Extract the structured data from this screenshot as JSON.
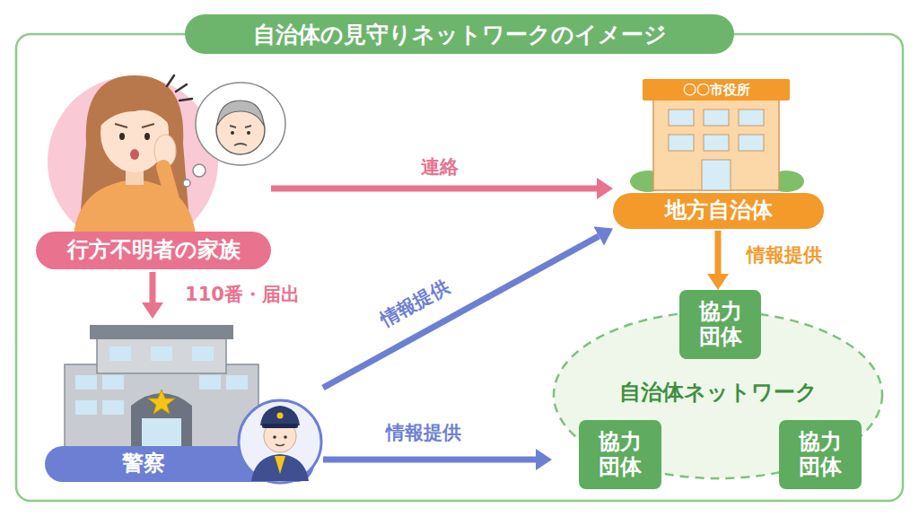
{
  "diagram": {
    "title": "自治体の見守りネットワークのイメージ",
    "nodes": [
      {
        "text": [
          "行方不明者の家族"
        ]
      },
      {
        "text": [
          "地方自治体"
        ]
      },
      {
        "text": [
          "警察"
        ]
      },
      {
        "text": [
          "自治体ネットワーク"
        ]
      },
      {
        "text": [
          "協力 団体"
        ],
        "in": 3
      },
      {
        "text": [
          "協力 団体"
        ],
        "in": 3
      },
      {
        "text": [
          "協力 団体"
        ],
        "in": 3
      }
    ],
    "edges": [
      {
        "from": 0,
        "to": 1,
        "arrow": "to",
        "label": "連絡"
      },
      {
        "from": 0,
        "to": 2,
        "arrow": "to",
        "label": "110番・届出"
      },
      {
        "from": 2,
        "to": 1,
        "arrow": "to",
        "label": "情報提供"
      },
      {
        "from": 1,
        "to": 4,
        "arrow": "to",
        "label": "情報提供"
      },
      {
        "from": 2,
        "to": 3,
        "arrow": "to",
        "label": "情報提供"
      }
    ],
    "labels": [
      "〇〇市役所"
    ]
  }
}
